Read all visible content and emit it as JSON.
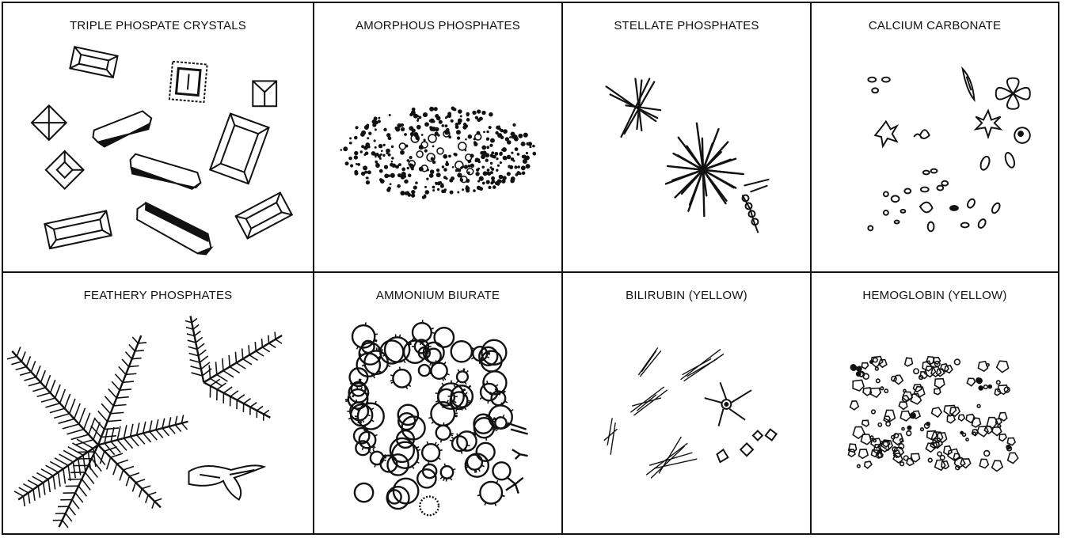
{
  "panels": [
    {
      "label": "TRIPLE PHOSPATE CRYSTALS",
      "illustration": "triple-phosphate-crystals"
    },
    {
      "label": "AMORPHOUS PHOSPHATES",
      "illustration": "amorphous-phosphates"
    },
    {
      "label": "STELLATE PHOSPHATES",
      "illustration": "stellate-phosphates"
    },
    {
      "label": "CALCIUM CARBONATE",
      "illustration": "calcium-carbonate"
    },
    {
      "label": "FEATHERY PHOSPHATES",
      "illustration": "feathery-phosphates"
    },
    {
      "label": "AMMONIUM BIURATE",
      "illustration": "ammonium-biurate"
    },
    {
      "label": "BILIRUBIN (YELLOW)",
      "illustration": "bilirubin"
    },
    {
      "label": "HEMOGLOBIN (YELLOW)",
      "illustration": "hemoglobin"
    }
  ]
}
